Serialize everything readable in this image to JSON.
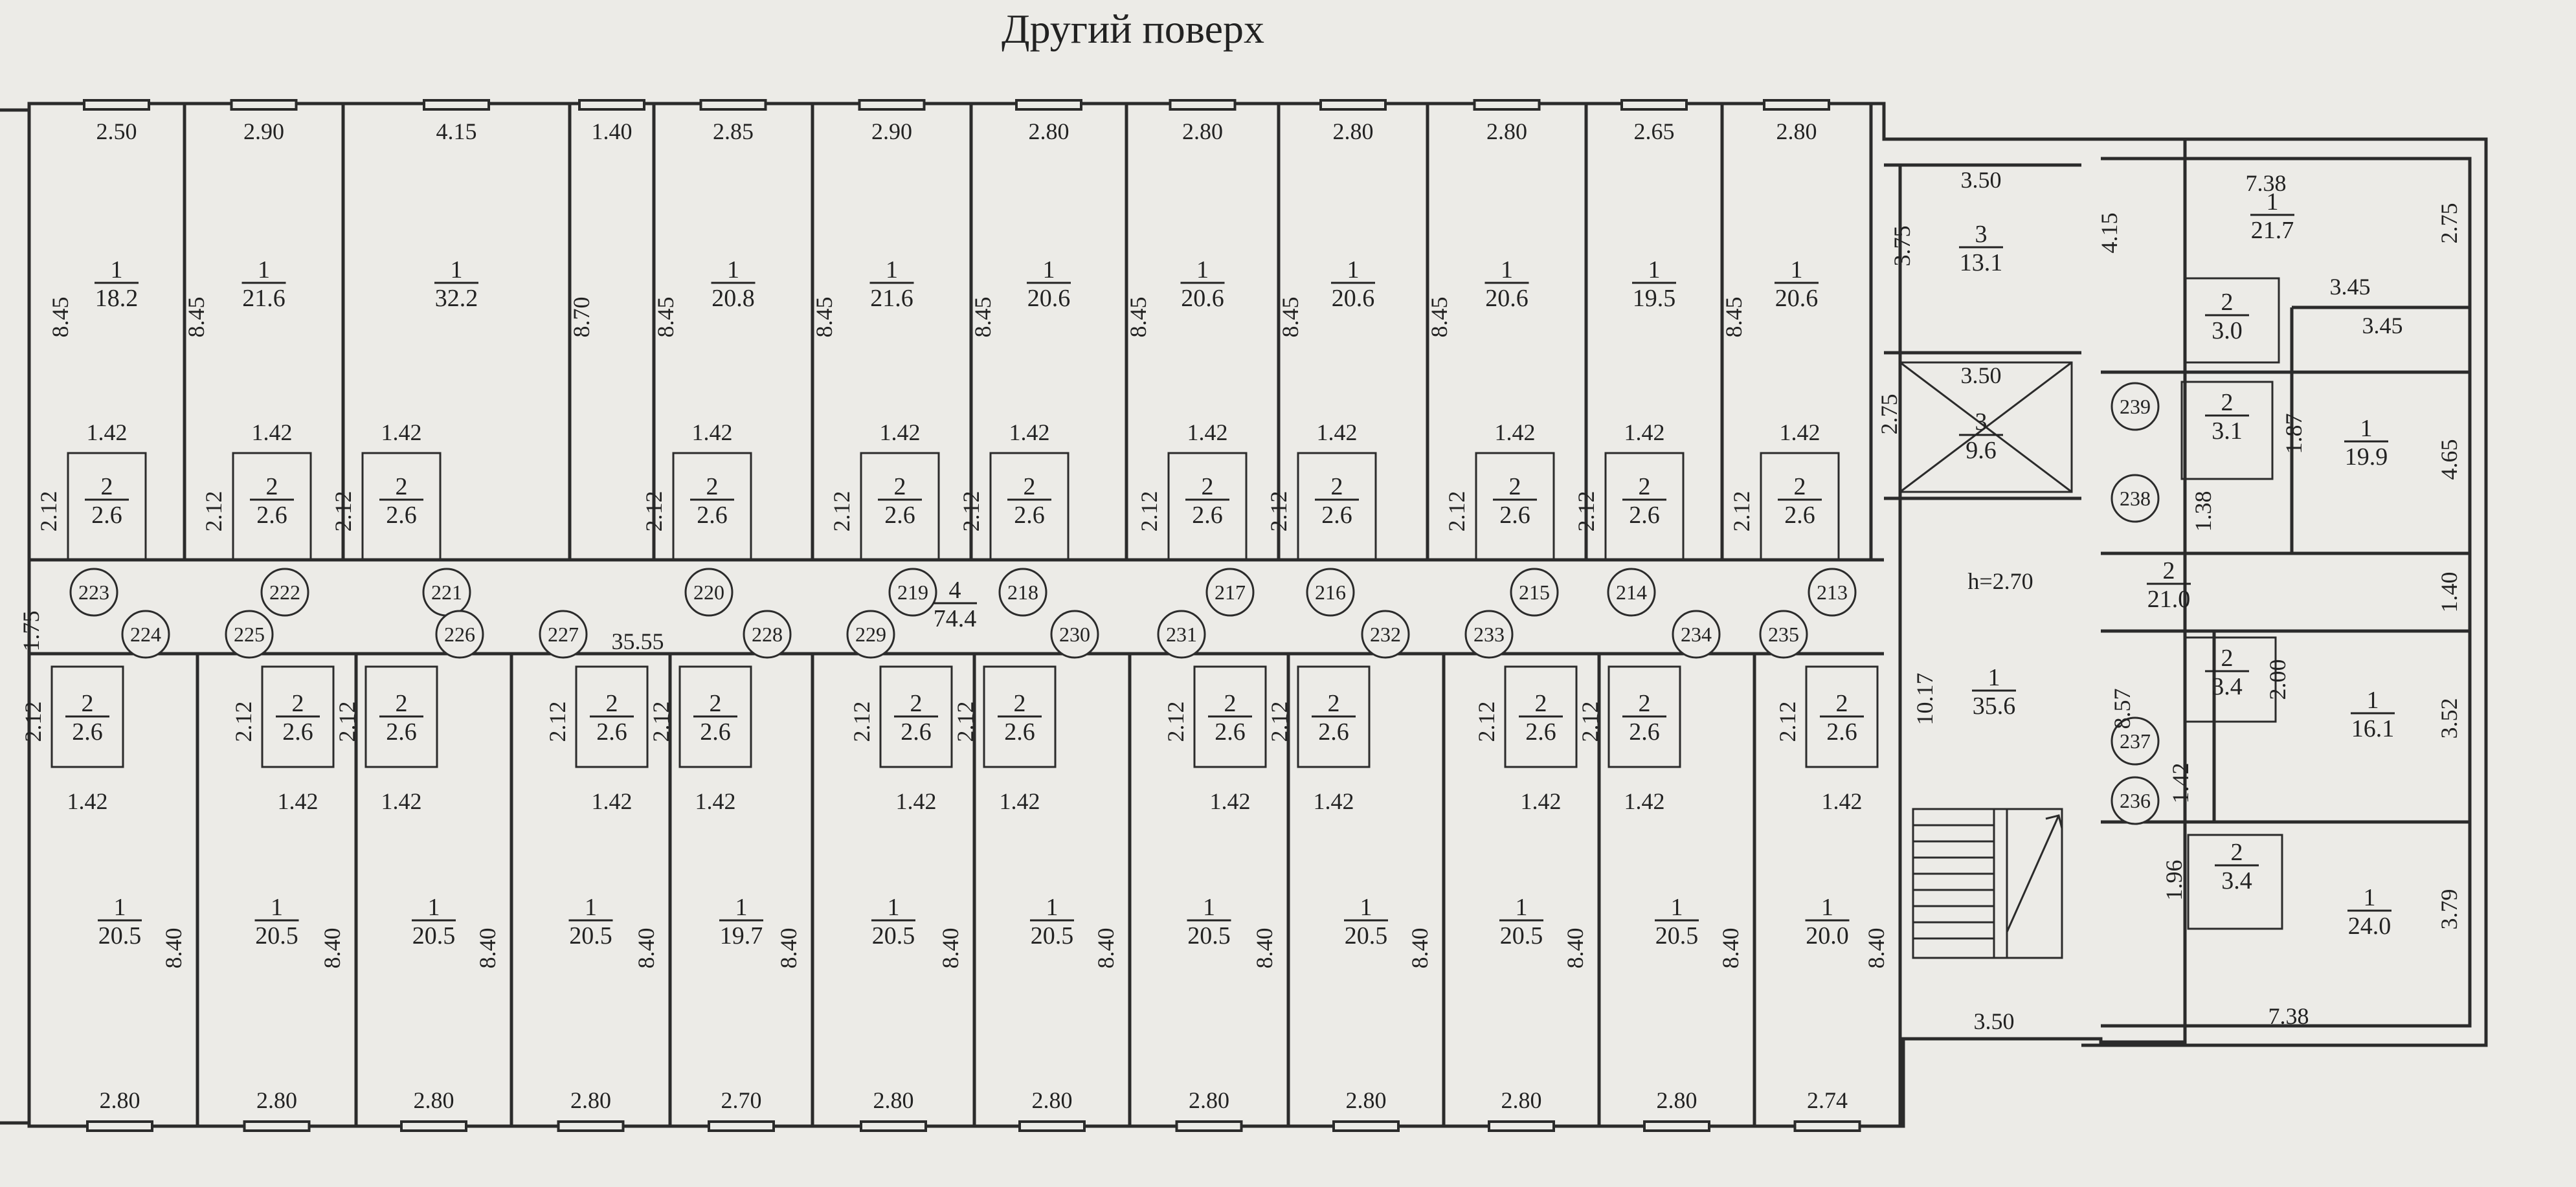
{
  "title": "Другий поверх",
  "top_rooms": [
    {
      "w": "2.50",
      "type": "1",
      "area": "18.2",
      "h": "8.45",
      "bw": "1.42",
      "bt": "2",
      "ba": "2.6",
      "bh": "2.12"
    },
    {
      "w": "2.90",
      "type": "1",
      "area": "21.6",
      "h": "8.45",
      "bw": "1.42",
      "bt": "2",
      "ba": "2.6",
      "bh": "2.12"
    },
    {
      "w": "4.15",
      "type": "1",
      "area": "32.2",
      "h": "",
      "bw": "1.42",
      "bt": "2",
      "ba": "2.6",
      "bh": "2.12"
    },
    {
      "w": "1.40",
      "type": "",
      "area": "",
      "h": "8.70",
      "bw": "",
      "bt": "",
      "ba": "",
      "bh": ""
    },
    {
      "w": "2.85",
      "type": "1",
      "area": "20.8",
      "h": "8.45",
      "bw": "1.42",
      "bt": "2",
      "ba": "2.6",
      "bh": "2.12"
    },
    {
      "w": "2.90",
      "type": "1",
      "area": "21.6",
      "h": "8.45",
      "bw": "1.42",
      "bt": "2",
      "ba": "2.6",
      "bh": "2.12"
    },
    {
      "w": "2.80",
      "type": "1",
      "area": "20.6",
      "h": "8.45",
      "bw": "1.42",
      "bt": "2",
      "ba": "2.6",
      "bh": "2.12"
    },
    {
      "w": "2.80",
      "type": "1",
      "area": "20.6",
      "h": "8.45",
      "bw": "1.42",
      "bt": "2",
      "ba": "2.6",
      "bh": "2.12"
    },
    {
      "w": "2.80",
      "type": "1",
      "area": "20.6",
      "h": "8.45",
      "bw": "1.42",
      "bt": "2",
      "ba": "2.6",
      "bh": "2.12"
    },
    {
      "w": "2.80",
      "type": "1",
      "area": "20.6",
      "h": "8.45",
      "bw": "1.42",
      "bt": "2",
      "ba": "2.6",
      "bh": "2.12"
    },
    {
      "w": "2.65",
      "type": "1",
      "area": "19.5",
      "h": "",
      "bw": "1.42",
      "bt": "2",
      "ba": "2.6",
      "bh": "2.12"
    },
    {
      "w": "2.80",
      "type": "1",
      "area": "20.6",
      "h": "8.45",
      "bw": "1.42",
      "bt": "2",
      "ba": "2.6",
      "bh": "2.12"
    }
  ],
  "bottom_rooms": [
    {
      "w": "2.80",
      "type": "1",
      "area": "20.5",
      "h": "8.40",
      "bw": "1.42",
      "bt": "2",
      "ba": "2.6",
      "bh": "2.12"
    },
    {
      "w": "2.80",
      "type": "1",
      "area": "20.5",
      "h": "8.40",
      "bw": "1.42",
      "bt": "2",
      "ba": "2.6",
      "bh": "2.12"
    },
    {
      "w": "2.80",
      "type": "1",
      "area": "20.5",
      "h": "8.40",
      "bw": "1.42",
      "bt": "2",
      "ba": "2.6",
      "bh": "2.12"
    },
    {
      "w": "2.80",
      "type": "1",
      "area": "20.5",
      "h": "8.40",
      "bw": "1.42",
      "bt": "2",
      "ba": "2.6",
      "bh": "2.12"
    },
    {
      "w": "2.70",
      "type": "1",
      "area": "19.7",
      "h": "8.40",
      "bw": "1.42",
      "bt": "2",
      "ba": "2.6",
      "bh": "2.12"
    },
    {
      "w": "2.80",
      "type": "1",
      "area": "20.5",
      "h": "8.40",
      "bw": "1.42",
      "bt": "2",
      "ba": "2.6",
      "bh": "2.12"
    },
    {
      "w": "2.80",
      "type": "1",
      "area": "20.5",
      "h": "8.40",
      "bw": "1.42",
      "bt": "2",
      "ba": "2.6",
      "bh": "2.12"
    },
    {
      "w": "2.80",
      "type": "1",
      "area": "20.5",
      "h": "8.40",
      "bw": "1.42",
      "bt": "2",
      "ba": "2.6",
      "bh": "2.12"
    },
    {
      "w": "2.80",
      "type": "1",
      "area": "20.5",
      "h": "8.40",
      "bw": "1.42",
      "bt": "2",
      "ba": "2.6",
      "bh": "2.12"
    },
    {
      "w": "2.80",
      "type": "1",
      "area": "20.5",
      "h": "8.40",
      "bw": "1.42",
      "bt": "2",
      "ba": "2.6",
      "bh": "2.12"
    },
    {
      "w": "2.80",
      "type": "1",
      "area": "20.5",
      "h": "8.40",
      "bw": "1.42",
      "bt": "2",
      "ba": "2.6",
      "bh": "2.12"
    },
    {
      "w": "2.74",
      "type": "1",
      "area": "20.0",
      "h": "8.40",
      "bw": "1.42",
      "bt": "2",
      "ba": "2.6",
      "bh": "2.12"
    }
  ],
  "corridor": {
    "type": "4",
    "area": "74.4",
    "length": "35.55",
    "width": "1.75"
  },
  "top_markers": [
    "223",
    "222",
    "221",
    "220",
    "219",
    "218",
    "217",
    "216",
    "215",
    "214",
    "213"
  ],
  "bottom_markers": [
    "224",
    "225",
    "226",
    "227",
    "228",
    "229",
    "230",
    "231",
    "232",
    "233",
    "234",
    "235"
  ],
  "right_markers": [
    "239",
    "238",
    "237",
    "236"
  ],
  "stair_block": {
    "room_top": {
      "w": "3.50",
      "h": "3.75",
      "type": "3",
      "area": "13.1"
    },
    "elevator": {
      "w": "3.50",
      "h": "2.75",
      "type": "3",
      "area": "9.6"
    },
    "hall": {
      "type": "1",
      "area": "35.6",
      "h": "10.17",
      "height": "h=2.70",
      "w": "3.50"
    }
  },
  "east_wing": {
    "r1": {
      "w": "7.38",
      "type": "1",
      "area": "21.7",
      "h": "2.75",
      "d1": "4.15",
      "d2": "3.45"
    },
    "wc1": {
      "type": "2",
      "area": "3.0"
    },
    "r2": {
      "w": "3.45",
      "type": "1",
      "area": "19.9",
      "h": "4.65",
      "d": "1.87"
    },
    "wc2": {
      "type": "2",
      "area": "3.1",
      "h": "1.38"
    },
    "corr": {
      "type": "2",
      "area": "21.0",
      "w": "1.40",
      "h": "8.57"
    },
    "wc3": {
      "type": "2",
      "area": "3.4",
      "h": "2.00"
    },
    "r3": {
      "type": "1",
      "area": "16.1",
      "h": "3.52",
      "d": "1.42"
    },
    "wc4": {
      "type": "2",
      "area": "3.4",
      "h": "1.96"
    },
    "r4": {
      "type": "1",
      "area": "24.0",
      "h": "3.79",
      "w": "7.38"
    }
  }
}
